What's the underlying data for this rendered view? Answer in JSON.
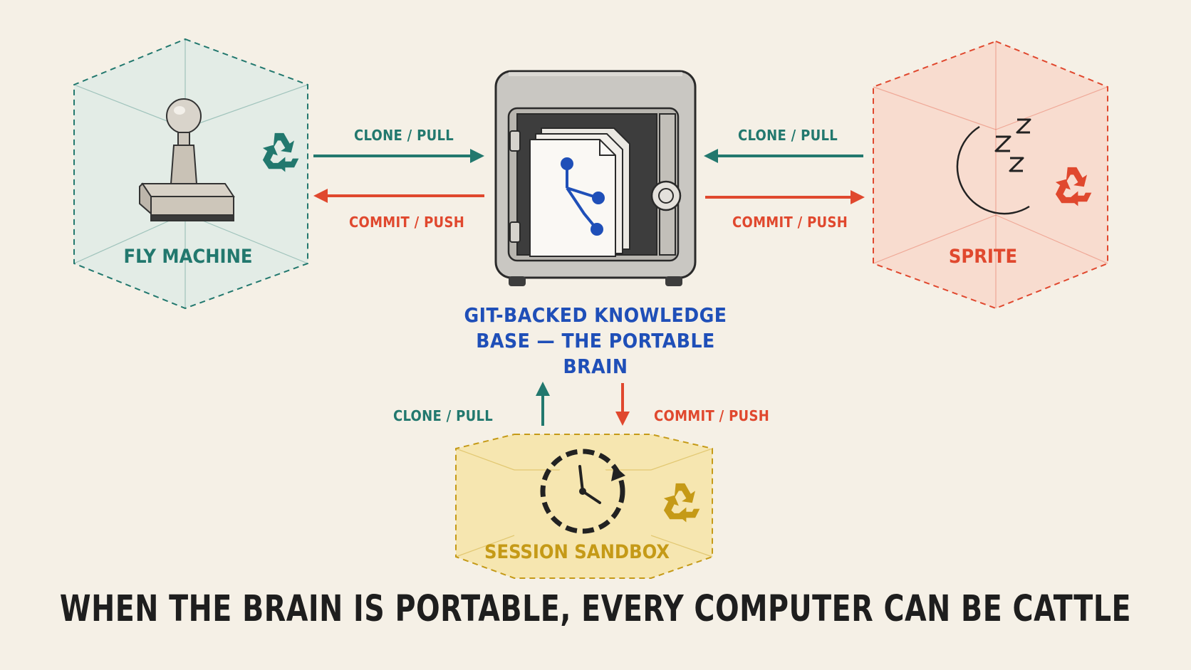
{
  "colors": {
    "teal": "#22786e",
    "red": "#e0482e",
    "gold": "#c59a17",
    "blue": "#1f4fb8",
    "dark": "#1e1e1e"
  },
  "nodes": {
    "fly_machine": {
      "label": "FLY MACHINE",
      "icon": "rubber-stamp-icon"
    },
    "sprite": {
      "label": "SPRITE",
      "icon": "sleeping-moon-icon"
    },
    "session_sandbox": {
      "label": "SESSION SANDBOX",
      "icon": "clock-cycle-icon"
    },
    "knowledge_base": {
      "label": "GIT-BACKED KNOWLEDGE BASE — THE PORTABLE BRAIN",
      "icon": "safe-icon"
    }
  },
  "edges": {
    "left_clone": "CLONE / PULL",
    "left_commit": "COMMIT / PUSH",
    "right_clone": "CLONE / PULL",
    "right_commit": "COMMIT / PUSH",
    "bottom_clone": "CLONE / PULL",
    "bottom_commit": "COMMIT / PUSH"
  },
  "footer": "WHEN THE BRAIN IS PORTABLE, EVERY COMPUTER CAN BE CATTLE"
}
